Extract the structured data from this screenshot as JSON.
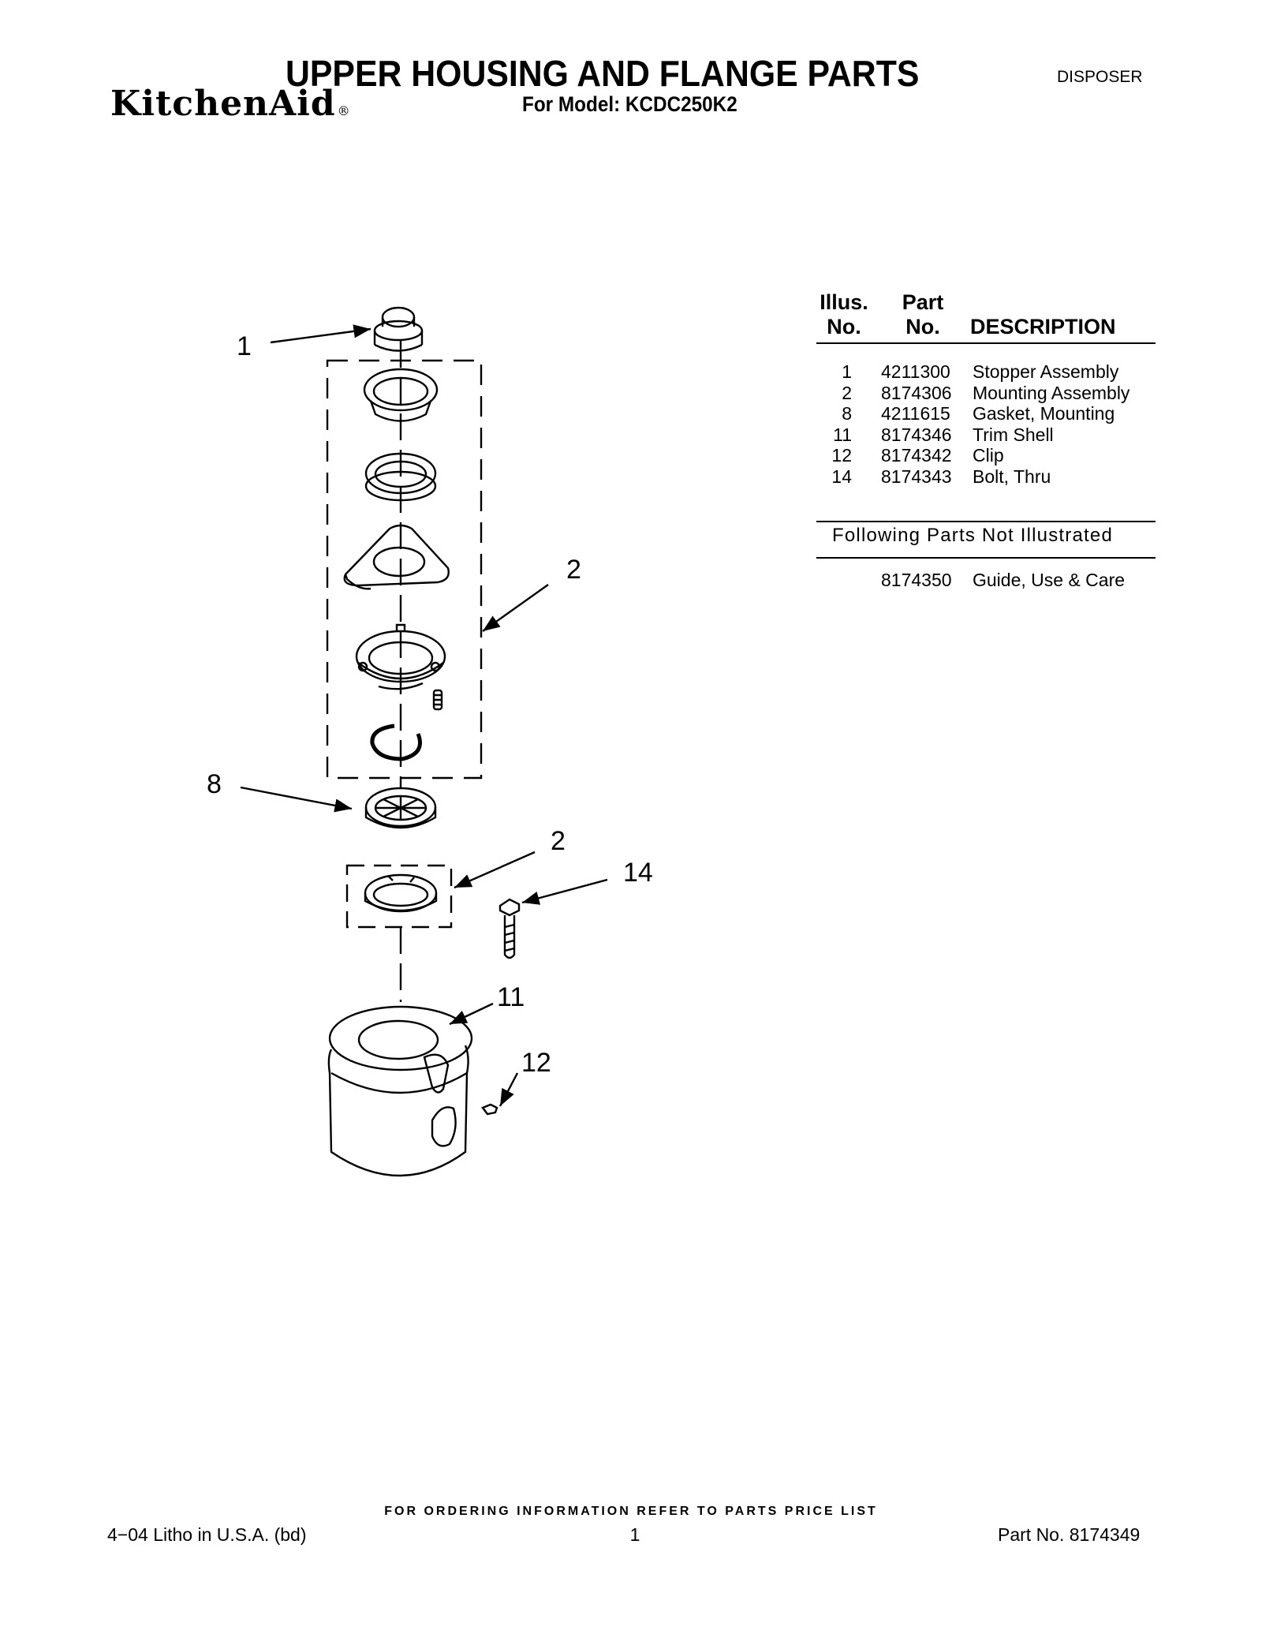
{
  "header": {
    "brand": "KitchenAid",
    "brand_mark": "®",
    "title": "UPPER HOUSING AND FLANGE PARTS",
    "subtitle": "For Model: KCDC250K2",
    "category": "DISPOSER"
  },
  "parts_table": {
    "headers": {
      "illus_line1": "Illus.",
      "illus_line2": "No.",
      "part_line1": "Part",
      "part_line2": "No.",
      "description": "DESCRIPTION"
    },
    "rows": [
      {
        "illus": "1",
        "part": "4211300",
        "description": "Stopper Assembly"
      },
      {
        "illus": "2",
        "part": "8174306",
        "description": "Mounting Assembly"
      },
      {
        "illus": "8",
        "part": "4211615",
        "description": "Gasket, Mounting"
      },
      {
        "illus": "11",
        "part": "8174346",
        "description": "Trim Shell"
      },
      {
        "illus": "12",
        "part": "8174342",
        "description": "Clip"
      },
      {
        "illus": "14",
        "part": "8174343",
        "description": "Bolt, Thru"
      }
    ],
    "not_illustrated_heading": "Following Parts Not Illustrated",
    "not_illustrated": [
      {
        "part": "8174350",
        "description": "Guide, Use & Care"
      }
    ]
  },
  "diagram": {
    "callouts": {
      "c1": "1",
      "c2a": "2",
      "c8": "8",
      "c2b": "2",
      "c14": "14",
      "c11": "11",
      "c12": "12"
    }
  },
  "footer": {
    "ordering_note": "FOR ORDERING INFORMATION REFER TO PARTS PRICE LIST",
    "litho": "4−04 Litho in U.S.A. (bd)",
    "page": "1",
    "part_no": "Part No. 8174349"
  }
}
